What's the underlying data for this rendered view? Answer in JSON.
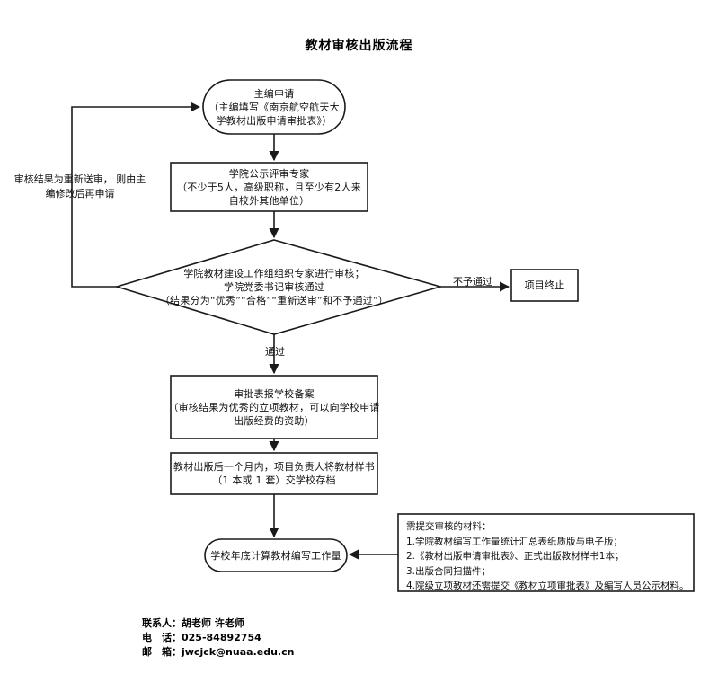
{
  "title": "教材审核出版流程",
  "nodes": {
    "start": {
      "name": "主编申请",
      "lines": [
        "主编申请",
        "（主编填写《南京航空航天大",
        "学教材出版申请审批表》）"
      ]
    },
    "experts": {
      "name": "学院公示评审专家",
      "lines": [
        "学院公示评审专家",
        "（不少于5人，高级职称，且至少有2人来",
        "自校外其他单位）"
      ]
    },
    "review": {
      "name": "学院教材建设工作组组织专家进行审核",
      "lines": [
        "学院教材建设工作组组织专家进行审核；",
        "学院党委书记审核通过",
        "（结果分为“优秀”“合格”“重新送审”和不予通过”）"
      ]
    },
    "terminate": {
      "name": "项目终止",
      "lines": [
        "项目终止"
      ]
    },
    "record": {
      "name": "审批表报学校备案",
      "lines": [
        "审批表报学校备案",
        "（审核结果为优秀的立项教材，可以向学校申请",
        "出版经费的资助）"
      ]
    },
    "sample": {
      "name": "教材出版后一个月内提交样书",
      "lines": [
        "教材出版后一个月内，项目负责人将教材样书",
        "（1 本或 1 套）交学校存档"
      ]
    },
    "workload": {
      "name": "学校年底计算教材编写工作量",
      "lines": [
        "学校年底计算教材编写工作量"
      ]
    }
  },
  "edge_labels": {
    "pass": "通过",
    "reject": "不予通过",
    "loop": "审核结果为重新送审，则由主编修改后再申请"
  },
  "loop_note": {
    "lines": [
      "审核结果为重新送审，",
      "则由主编修改后再申请"
    ]
  },
  "note_box": {
    "title": "需提交审核的材料：",
    "items": [
      "1.学院教材编写工作量统计汇总表纸质版与电子版；",
      "2.《教材出版申请审批表》、正式出版教材样书1本；",
      "3.出版合同扫描件；",
      "4.院级立项教材还需提交《教材立项审批表》及编写人员公示材料。"
    ]
  },
  "footer": {
    "contact": "联系人：胡老师 许老师",
    "phone": "电　话：025-84892754",
    "email": "邮　箱：jwcjck@nuaa.edu.cn"
  },
  "colors": {
    "line": "#1a1a1a",
    "text": "#111111",
    "background": "#ffffff"
  }
}
